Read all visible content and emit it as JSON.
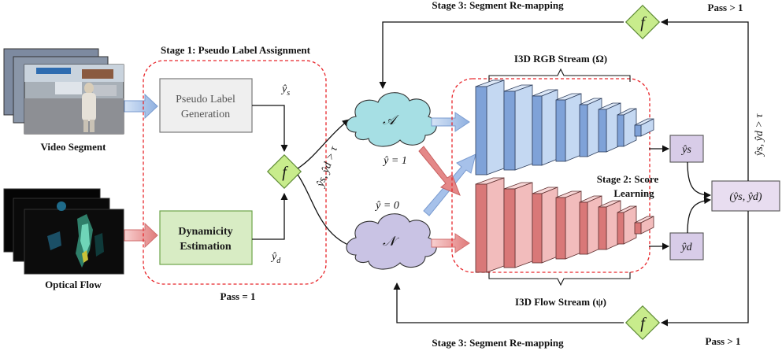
{
  "inputs": {
    "video_label": "Video Segment",
    "flow_label": "Optical Flow"
  },
  "stage1": {
    "title": "Stage 1: Pseudo Label Assignment",
    "pass_label": "Pass = 1",
    "plg_line1": "Pseudo Label",
    "plg_line2": "Generation",
    "dyn_line1": "Dynamicity",
    "dyn_line2": "Estimation",
    "ys": "ŷ",
    "ys_sub": "s",
    "yd": "ŷ",
    "yd_sub": "d",
    "f": "f",
    "cond": "ŷs, ŷd > τ"
  },
  "stage2": {
    "title_line1": "Stage 2: Score",
    "title_line2": "Learning",
    "rgb_title": "I3D RGB Stream (Ω)",
    "flow_title": "I3D Flow Stream (ψ)",
    "ys_out": "ŷs",
    "yd_out": "ŷd",
    "combined": "(ŷs, ŷd)"
  },
  "stage3": {
    "top_title": "Stage 3: Segment Re-mapping",
    "bottom_title": "Stage 3: Segment Re-mapping",
    "pass_top": "Pass > 1",
    "pass_bottom": "Pass > 1",
    "f_top": "f",
    "f_bottom": "f",
    "cond": "ŷs, ŷd > τ"
  },
  "clouds": {
    "anomaly_symbol": "𝒜",
    "anomaly_label": "ŷ = 1",
    "normal_symbol": "𝒩",
    "normal_label": "ŷ = 0"
  },
  "colors": {
    "dashed_red": "#e8262b",
    "plg_fill": "#efefef",
    "dyn_fill": "#d8ecc4",
    "dyn_stroke": "#6da54a",
    "diamond_fill": "#c8ec8c",
    "anomaly_cloud": "#a6dfe4",
    "normal_cloud": "#c9c3e4",
    "blue_block": "#8fb0e0",
    "red_block": "#e89a9a",
    "output_box": "#d8cce8"
  }
}
